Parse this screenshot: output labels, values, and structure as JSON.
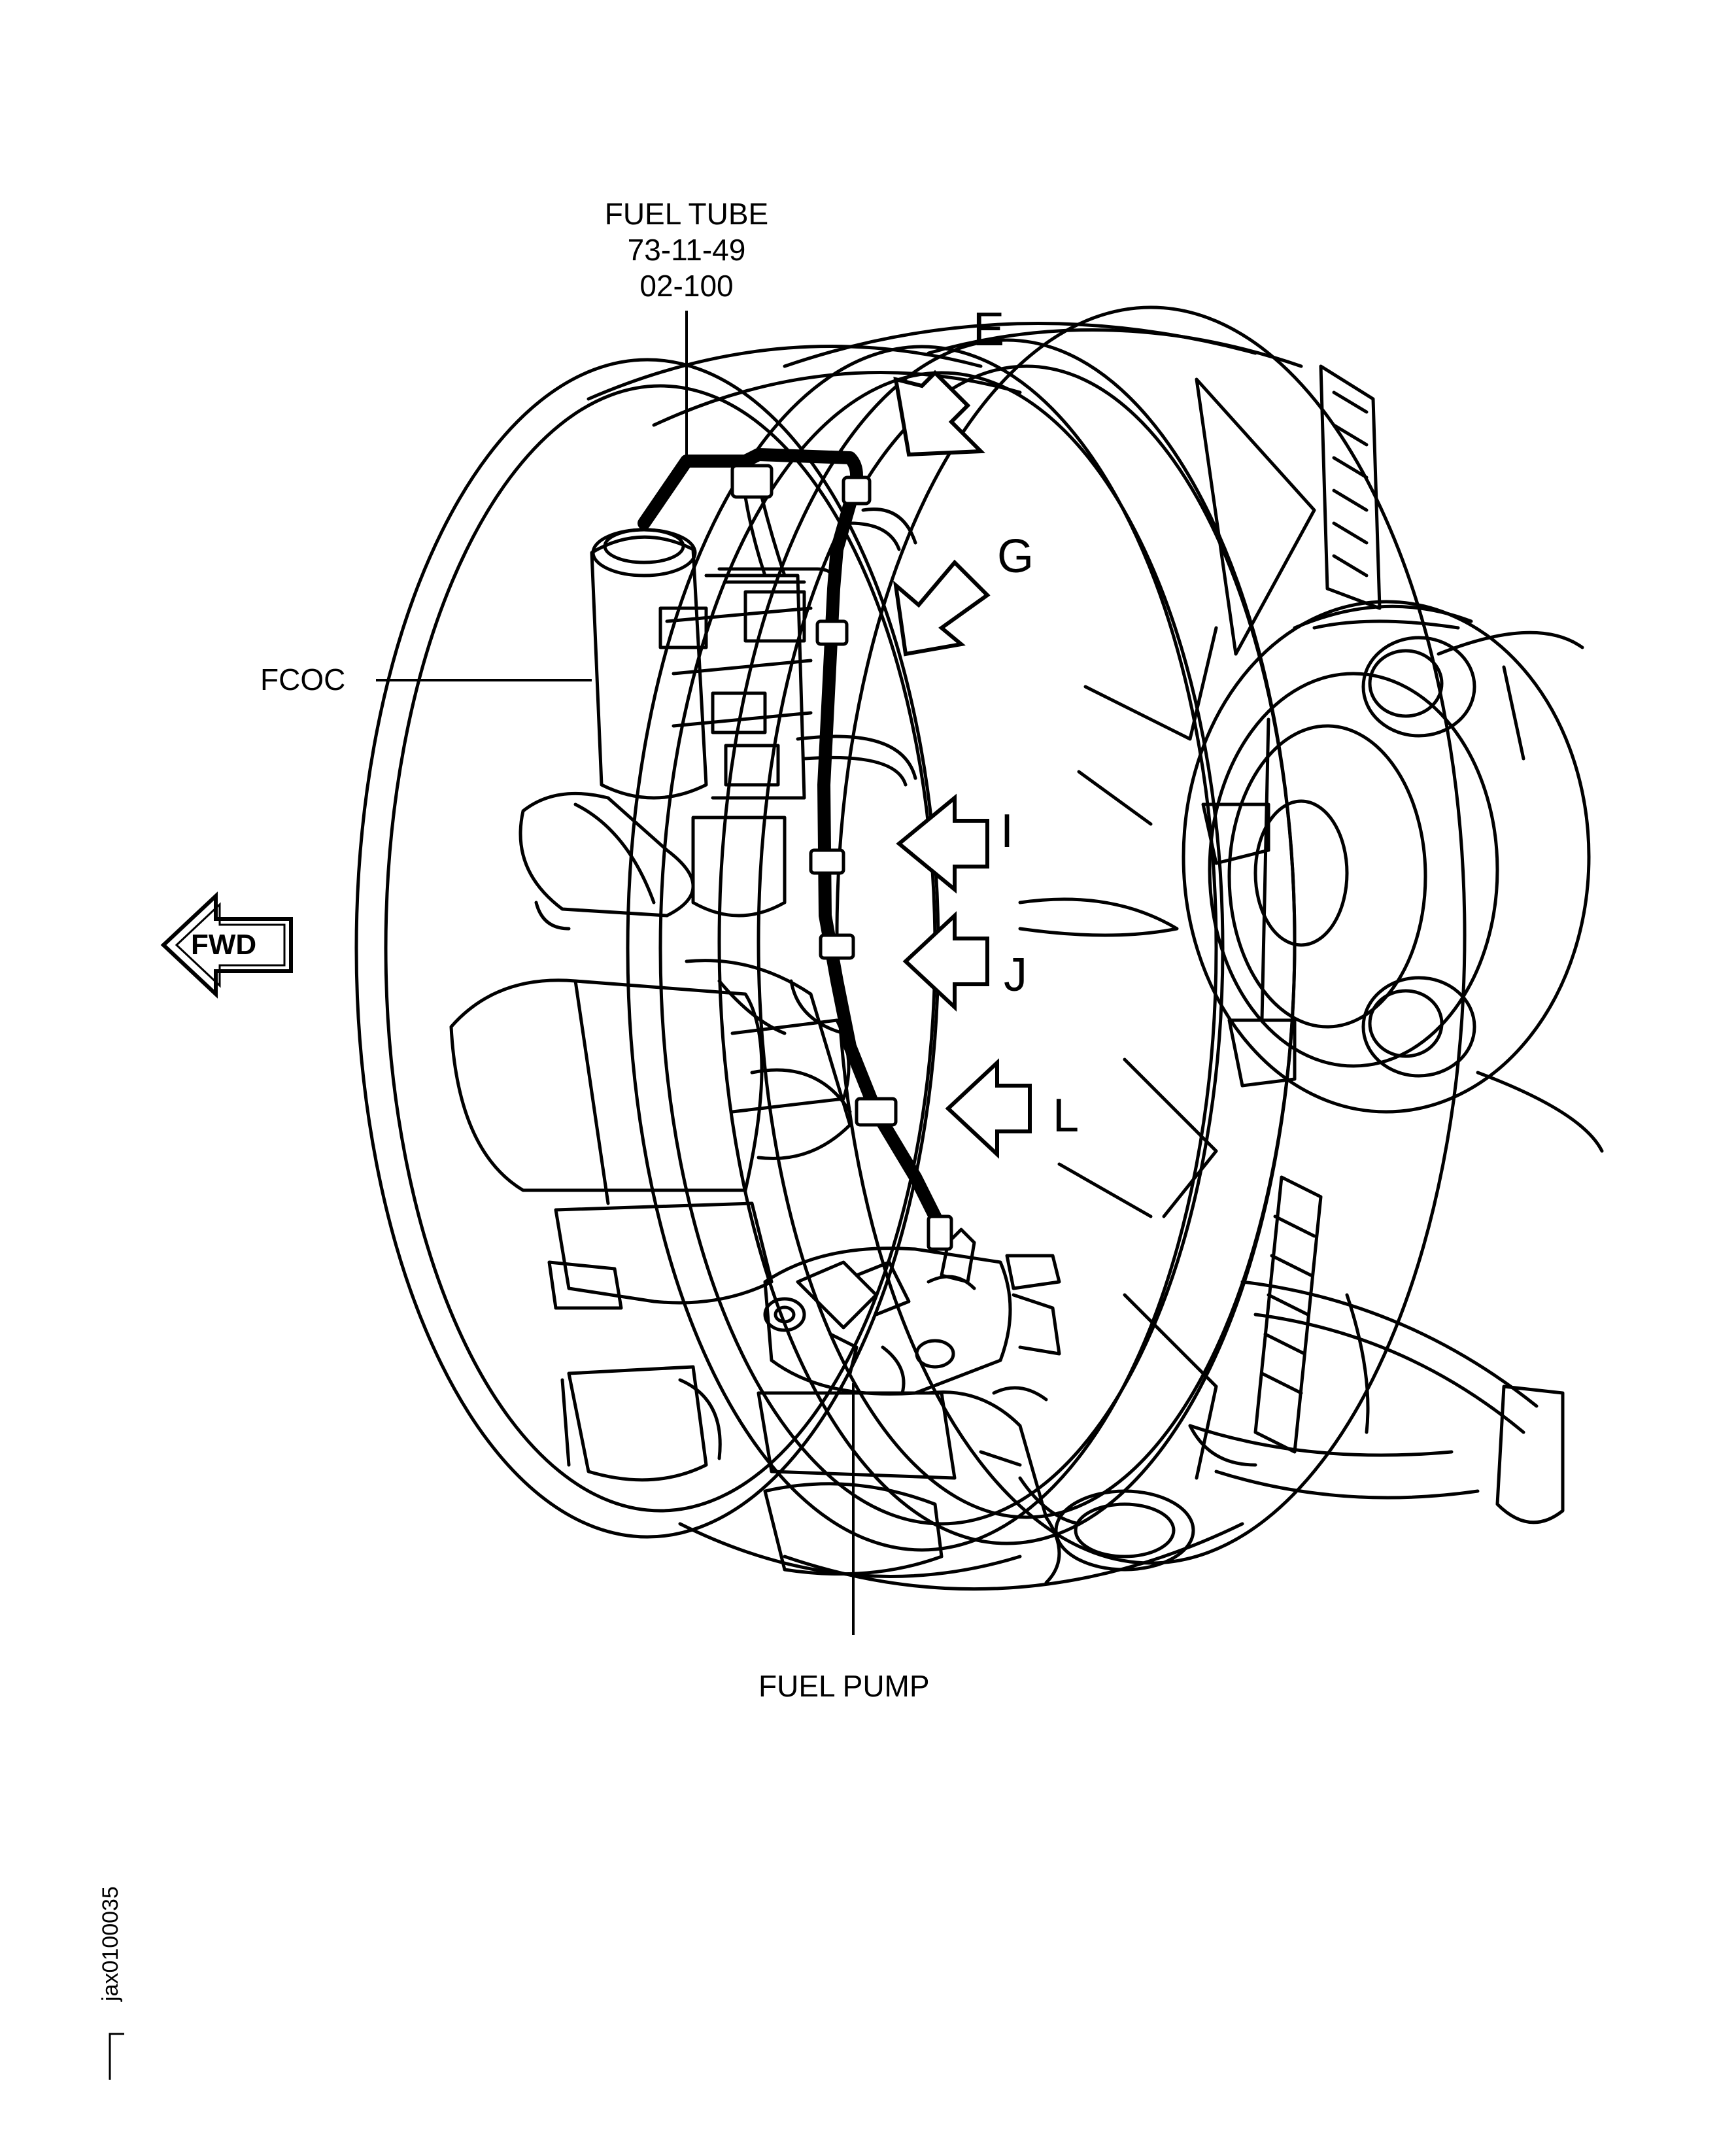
{
  "labels": {
    "fuel_tube": [
      "FUEL  TUBE",
      "73-11-49",
      "02-100"
    ],
    "fcoc": "FCOC",
    "fuel_pump": "FUEL  PUMP",
    "forward": "FWD"
  },
  "view_arrows": [
    "E",
    "G",
    "I",
    "J",
    "L"
  ],
  "figure_id": "jax0100035"
}
